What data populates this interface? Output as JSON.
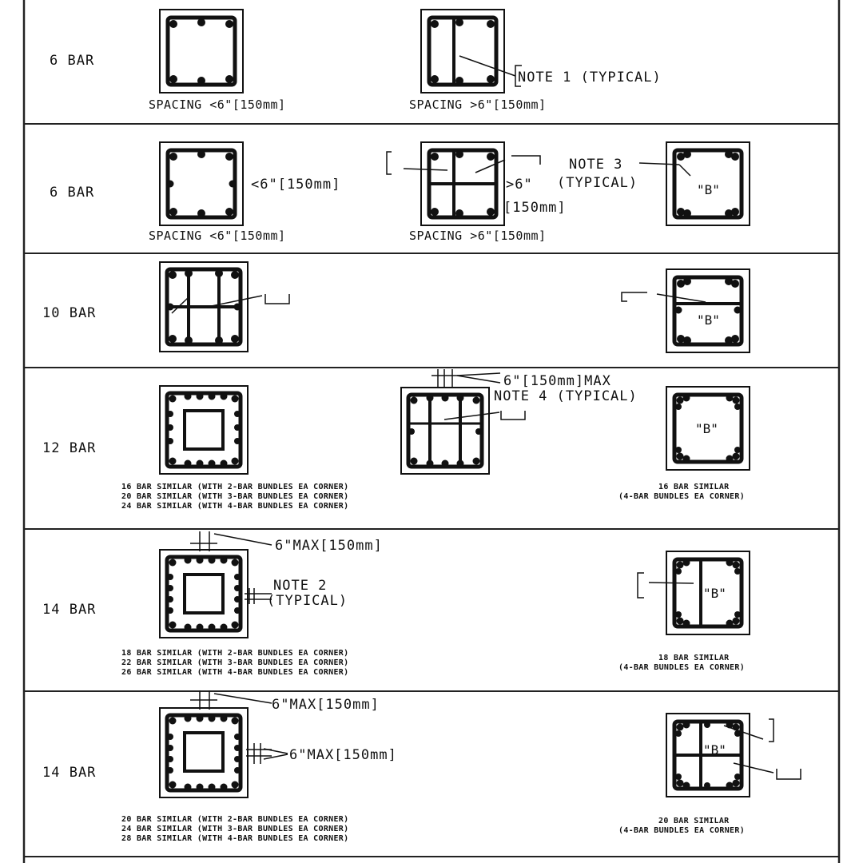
{
  "rows": [
    {
      "label": "6 BAR",
      "captions": [
        "SPACING <6\"[150mm]",
        "SPACING >6\"[150mm]"
      ],
      "notes": [
        "NOTE 1 (TYPICAL)"
      ]
    },
    {
      "label": "6 BAR",
      "captions": [
        "SPACING <6\"[150mm]",
        "SPACING >6\"[150mm]"
      ],
      "dims": [
        "<6\"[150mm]",
        ">6\"",
        "[150mm]"
      ],
      "notes": [
        "NOTE 3",
        "(TYPICAL)"
      ],
      "section_mark": "\"B\""
    },
    {
      "label": "10 BAR",
      "section_mark": "\"B\""
    },
    {
      "label": "12 BAR",
      "dims": [
        "6\"[150mm]MAX"
      ],
      "notes": [
        "NOTE 4 (TYPICAL)"
      ],
      "section_mark": "\"B\"",
      "similar_left": [
        "16 BAR SIMILAR (WITH 2-BAR BUNDLES EA CORNER)",
        "20 BAR SIMILAR (WITH 3-BAR BUNDLES EA CORNER)",
        "24 BAR SIMILAR (WITH 4-BAR BUNDLES EA CORNER)"
      ],
      "similar_right": [
        "16 BAR SIMILAR",
        "(4-BAR BUNDLES EA CORNER)"
      ]
    },
    {
      "label": "14 BAR",
      "dims": [
        "6\"MAX[150mm]"
      ],
      "notes": [
        "NOTE 2",
        "(TYPICAL)"
      ],
      "section_mark": "\"B\"",
      "similar_left": [
        "18 BAR SIMILAR (WITH 2-BAR BUNDLES EA CORNER)",
        "22 BAR SIMILAR (WITH 3-BAR BUNDLES EA CORNER)",
        "26 BAR SIMILAR (WITH 4-BAR BUNDLES EA CORNER)"
      ],
      "similar_right": [
        "18 BAR SIMILAR",
        "(4-BAR BUNDLES EA CORNER)"
      ]
    },
    {
      "label": "14 BAR",
      "dims": [
        "6\"MAX[150mm]",
        "6\"MAX[150mm]"
      ],
      "section_mark": "\"B\"",
      "similar_left": [
        "20 BAR SIMILAR (WITH 2-BAR BUNDLES EA CORNER)",
        "24 BAR SIMILAR (WITH 3-BAR BUNDLES EA CORNER)",
        "28 BAR SIMILAR (WITH 4-BAR BUNDLES EA CORNER)"
      ],
      "similar_right": [
        "20 BAR SIMILAR",
        "(4-BAR BUNDLES EA CORNER)"
      ]
    }
  ]
}
